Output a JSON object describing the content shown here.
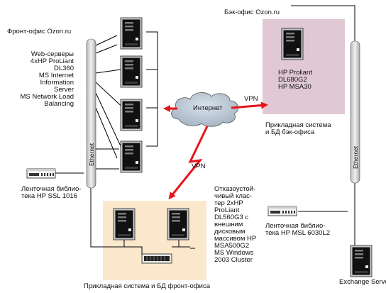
{
  "colors": {
    "backoffice_fill": "#e0c8d4",
    "frontoffice_fill": "#fbe8cc",
    "arrow_red": "#e8141c",
    "line": "#000000"
  },
  "labels": {
    "front_office_title": "Фронт-офис Ozon.ru",
    "back_office_title": "Бэк-офис Ozon.ru",
    "web_servers": "Web-серверы\n4xHP ProLiant\nDL360\nMS Internet\nInformation\nServer\nMS Network Load\nBalancing",
    "backoffice_server": "HP Proliant\nDL680G2\nHP MSA30",
    "backoffice_caption": "Прикладная система\nи БД бэк-офиса",
    "internet": "Интернет",
    "vpn_top": "VPN",
    "vpn_bottom": "VPN",
    "ethernet_left": "Ethernet",
    "ethernet_right": "Ethernet",
    "tape_left": "Ленточная библио-\nтека HP SSL 1016",
    "cluster_desc": "Отказоустой-\nчивый клас-\nтер 2xHP\nProLiant\nDL560G3 с\nвнешним\nдисковым\nмассивом HP\nMSA500G2\nMS Windows\n2003 Cluster",
    "tape_right": "Ленточная библио-\nтека HP MSL 6030L2",
    "exchange": "Exchange Server",
    "frontoffice_caption": "Прикладная система и БД фронт-офиса"
  },
  "icons": {
    "web_servers": [
      "server-icon",
      "server-icon",
      "server-icon",
      "server-icon"
    ],
    "cluster_servers": [
      "server-icon",
      "server-icon"
    ],
    "backoffice_server": "server-icon",
    "exchange_server": "server-icon",
    "disk_array": "disk-array-icon",
    "tape_library": "tape-library-icon",
    "network": "cloud-icon"
  }
}
